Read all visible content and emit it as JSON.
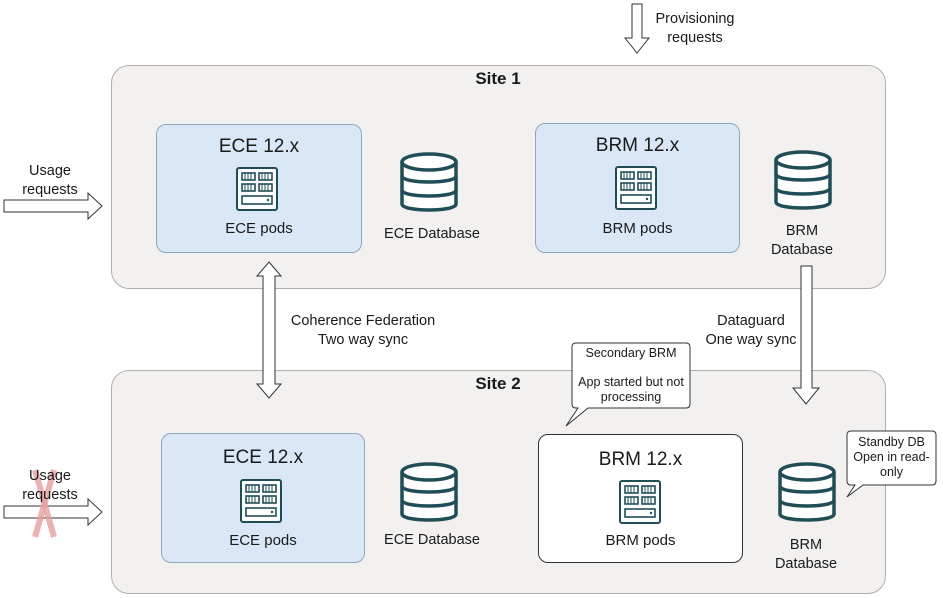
{
  "provisioning": {
    "line1": "Provisioning",
    "line2": "requests"
  },
  "site1": {
    "title": "Site 1",
    "usage": {
      "line1": "Usage",
      "line2": "requests"
    },
    "ece": {
      "title": "ECE 12.x",
      "pods": "ECE pods"
    },
    "ece_db": "ECE Database",
    "brm": {
      "title": "BRM 12.x",
      "pods": "BRM pods"
    },
    "brm_db": {
      "line1": "BRM",
      "line2": "Database"
    }
  },
  "sync": {
    "coherence": {
      "line1": "Coherence Federation",
      "line2": "Two way sync"
    },
    "dataguard": {
      "line1": "Dataguard",
      "line2": "One way sync"
    }
  },
  "site2": {
    "title": "Site 2",
    "usage": {
      "line1": "Usage",
      "line2": "requests"
    },
    "ece": {
      "title": "ECE 12.x",
      "pods": "ECE pods"
    },
    "ece_db": "ECE Database",
    "brm": {
      "title": "BRM 12.x",
      "pods": "BRM pods"
    },
    "brm_db": {
      "line1": "BRM",
      "line2": "Database"
    },
    "brm_callout": {
      "line1": "Secondary BRM",
      "line2": "App started but not",
      "line3": "processing"
    },
    "db_callout": {
      "line1": "Standby DB",
      "line2": "Open in read-",
      "line3": "only"
    }
  },
  "colors": {
    "icon": "#1f4e57",
    "site_bg": "#f2f1ef",
    "component_bg": "#d9e7f6",
    "blocked": "#e8a0a0"
  },
  "icons": [
    "server-icon",
    "database-icon",
    "arrow-icon",
    "blocked-x-icon",
    "callout-icon"
  ]
}
